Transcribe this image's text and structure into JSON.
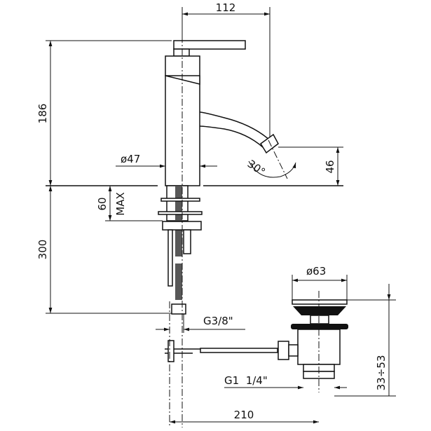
{
  "drawing": {
    "dimensions": {
      "spout_reach": "112",
      "height": "186",
      "body_diameter": "ø47",
      "spout_angle": "30°",
      "spout_height": "46",
      "max_deck": "60",
      "max_label": "MAX",
      "hose_length": "300",
      "hose_thread": "G3/8\"",
      "drain_diameter": "ø63",
      "drain_thread": "G1  1/4\"",
      "drain_range": "33÷53",
      "rod_length": "210"
    }
  }
}
